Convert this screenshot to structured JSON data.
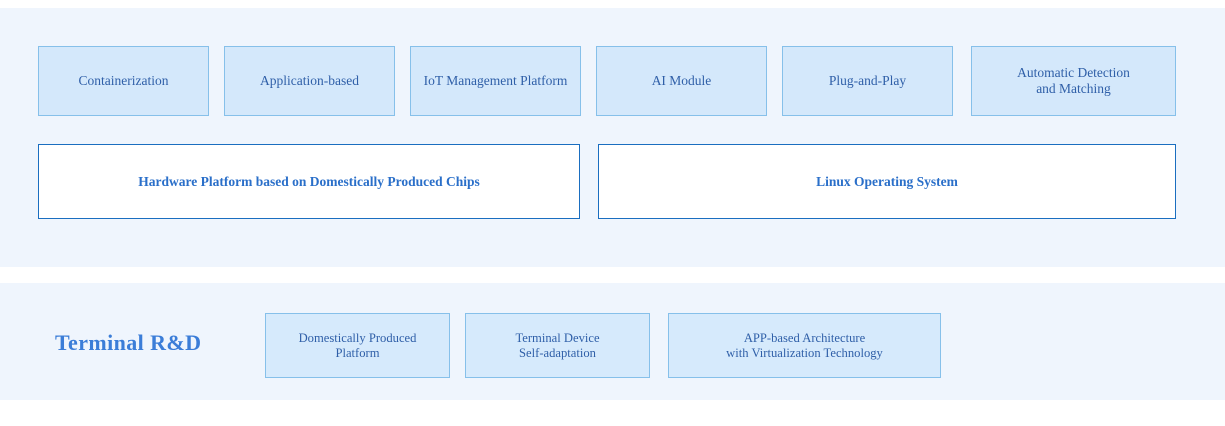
{
  "theme": {
    "page_background": "#ffffff",
    "panel_background": "#eff5fd",
    "tile_fill": "#d4e8fb",
    "tile_border": "#86c0ea",
    "tile_text": "#2f5fa8",
    "bar_fill": "#ffffff",
    "bar_border": "#1a6ec0",
    "bar_text": "#2a6fc9",
    "heading_text": "#3b7dd8"
  },
  "diagram": {
    "type": "layered-architecture",
    "panels": [
      {
        "id": "capability-panel",
        "rows": [
          {
            "id": "capability-tiles",
            "items": [
              {
                "label": "Containerization"
              },
              {
                "label": "Application-based"
              },
              {
                "label": "IoT Management Platform"
              },
              {
                "label": "AI Module"
              },
              {
                "label": "Plug-and-Play"
              },
              {
                "line1": "Automatic Detection",
                "line2": "and Matching"
              }
            ]
          },
          {
            "id": "platform-bars",
            "items": [
              {
                "label": "Hardware Platform based on Domestically Produced Chips"
              },
              {
                "label": "Linux Operating System"
              }
            ]
          }
        ]
      },
      {
        "id": "terminal-rd-panel",
        "title": "Terminal R&D",
        "rows": [
          {
            "id": "terminal-rd-tiles",
            "items": [
              {
                "line1": "Domestically Produced",
                "line2": "Platform"
              },
              {
                "line1": "Terminal Device",
                "line2": "Self-adaptation"
              },
              {
                "line1": "APP-based Architecture",
                "line2": "with Virtualization Technology"
              }
            ]
          }
        ]
      }
    ]
  }
}
